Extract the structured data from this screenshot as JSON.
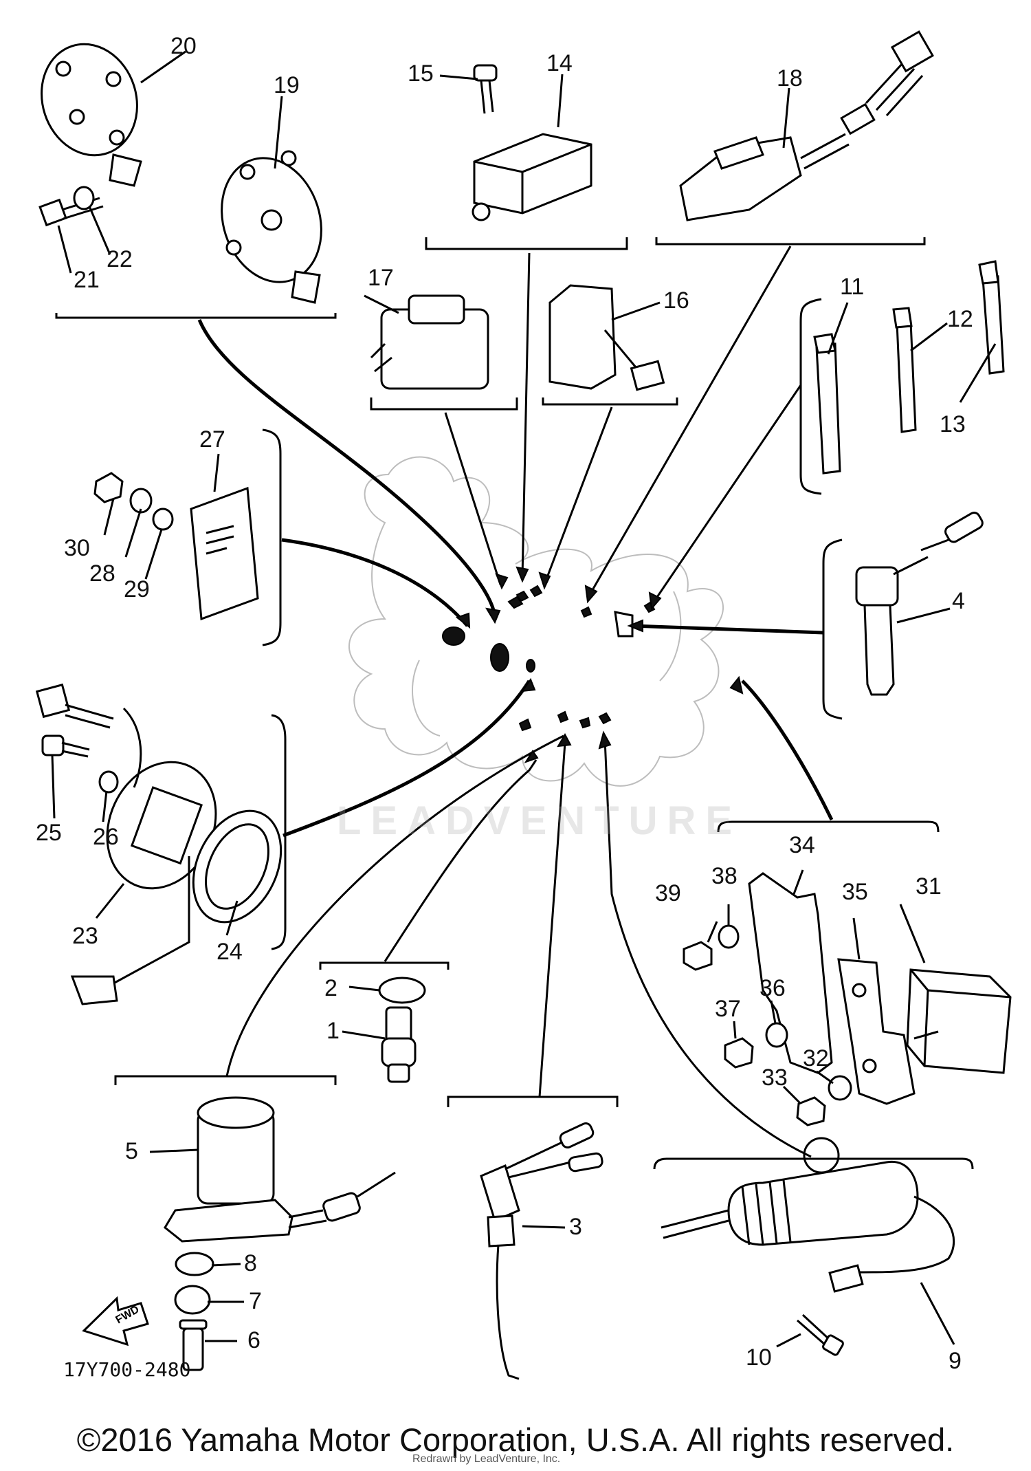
{
  "diagram": {
    "labels": [
      "1",
      "2",
      "3",
      "4",
      "5",
      "6",
      "7",
      "8",
      "9",
      "10",
      "11",
      "12",
      "13",
      "14",
      "15",
      "16",
      "17",
      "18",
      "19",
      "20",
      "21",
      "22",
      "23",
      "24",
      "25",
      "26",
      "27",
      "28",
      "29",
      "30",
      "31",
      "32",
      "33",
      "34",
      "35",
      "36",
      "37",
      "38",
      "39"
    ],
    "drawing_code": "17Y700-2480",
    "fwd_arrow": "FWD",
    "watermark": "LEADVENTURE",
    "copyright": "©2016 Yamaha Motor Corporation, U.S.A. All rights reserved.",
    "redraw_note": "Redrawn by LeadVenture, Inc."
  }
}
